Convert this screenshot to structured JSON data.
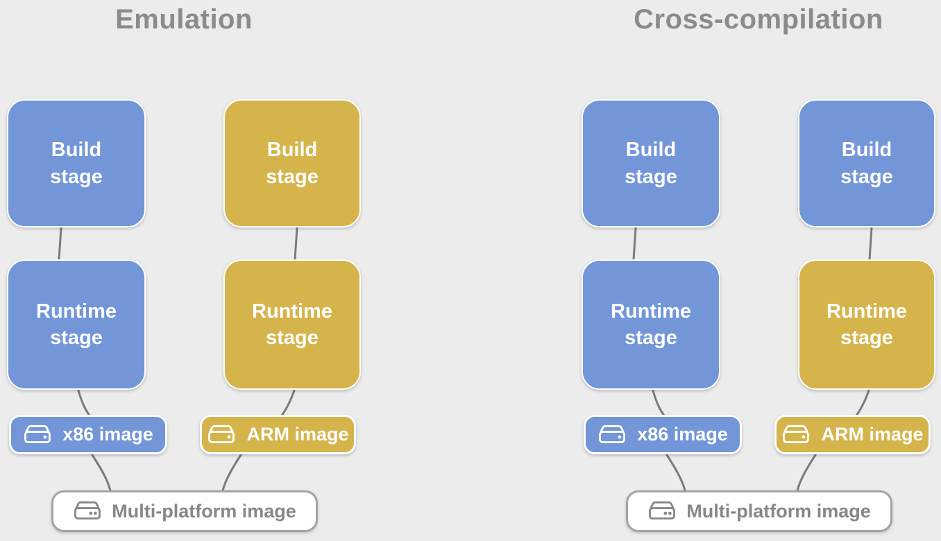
{
  "colors": {
    "background": "#ececec",
    "blue": "#7296d8",
    "yellow": "#d6b44c",
    "title_text": "#8b8b8b",
    "stage_text": "#ffffff",
    "line": "#7b7b7b",
    "multi_pill_bg": "#fefefe",
    "multi_pill_border": "#a3a3a3",
    "multi_pill_text": "#878787"
  },
  "labels": {
    "build": [
      "Build",
      "stage"
    ],
    "runtime": [
      "Runtime",
      "stage"
    ]
  },
  "panels": [
    {
      "title": "Emulation",
      "columns": [
        {
          "build_color": "blue",
          "runtime_color": "blue",
          "pill_color": "blue",
          "pill_label": "x86 image"
        },
        {
          "build_color": "yellow",
          "runtime_color": "yellow",
          "pill_color": "yellow",
          "pill_label": "ARM image"
        }
      ],
      "multi_label": "Multi-platform image"
    },
    {
      "title": "Cross-compilation",
      "columns": [
        {
          "build_color": "blue",
          "runtime_color": "blue",
          "pill_color": "blue",
          "pill_label": "x86 image"
        },
        {
          "build_color": "blue",
          "runtime_color": "yellow",
          "pill_color": "yellow",
          "pill_label": "ARM image"
        }
      ],
      "multi_label": "Multi-platform image"
    }
  ]
}
